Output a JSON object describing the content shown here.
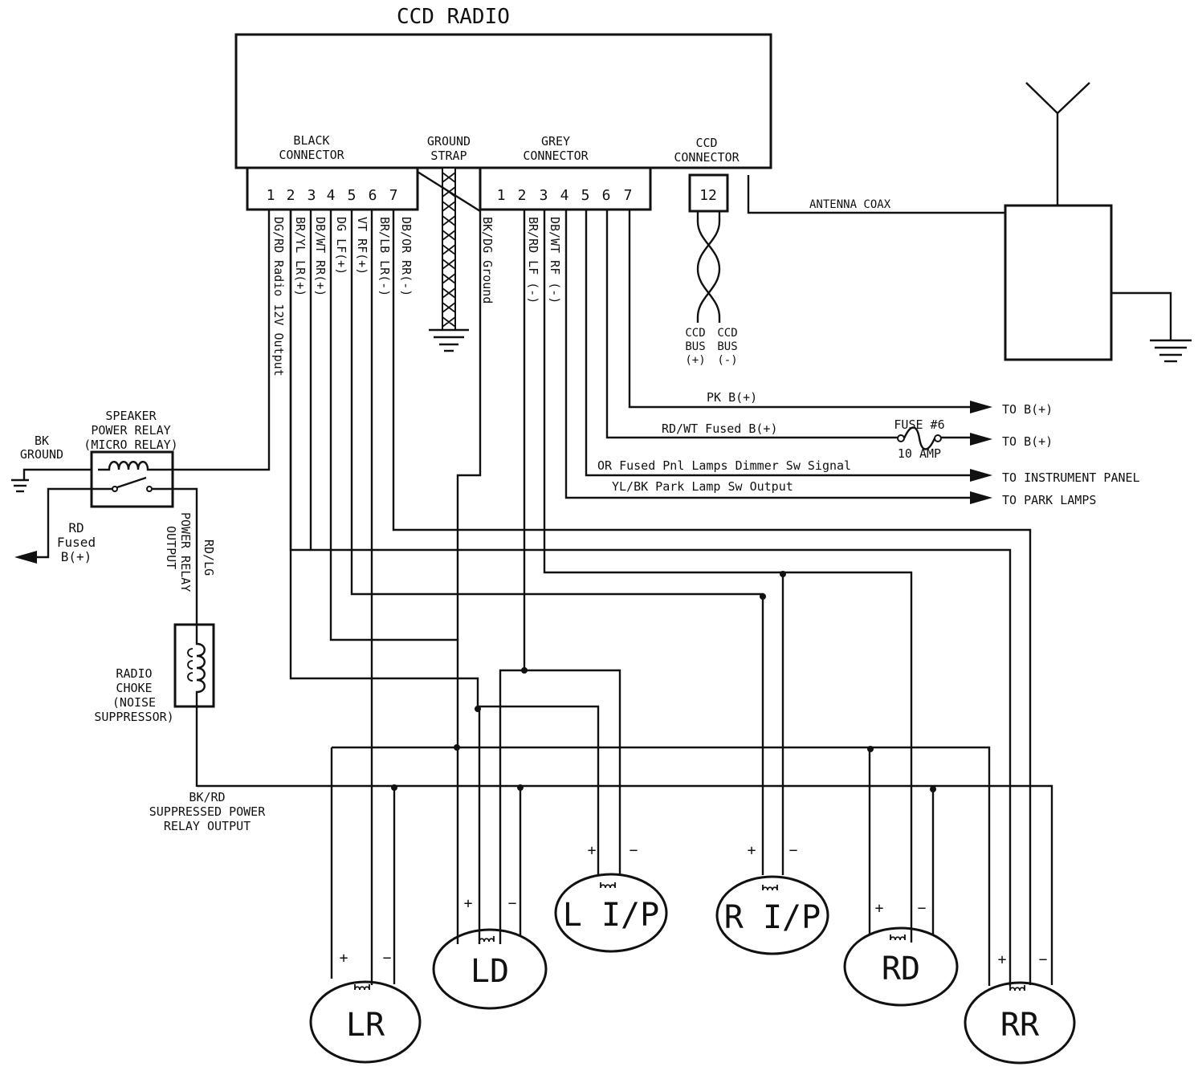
{
  "radio": {
    "title": "CCD RADIO",
    "black_connector": [
      "BLACK",
      "CONNECTOR"
    ],
    "ground_strap": [
      "GROUND",
      "STRAP"
    ],
    "grey_connector": [
      "GREY",
      "CONNECTOR"
    ],
    "ccd_connector": [
      "CCD",
      "CONNECTOR"
    ],
    "black_pins": [
      "1",
      "2",
      "3",
      "4",
      "5",
      "6",
      "7"
    ],
    "grey_pins": [
      "1",
      "2",
      "3",
      "4",
      "5",
      "6",
      "7"
    ],
    "ccd_pin": "12"
  },
  "wires": {
    "black": [
      "DG/RD Radio 12V Output",
      "BR/YL LR(+)",
      "DB/WT RR(+)",
      "DG LF(+)",
      "VT RF(+)",
      "BR/LB LR(-)",
      "DB/OR RR(-)"
    ],
    "ground": "BK/DG Ground",
    "grey": [
      "BR/RD LF (-)",
      "DB/WT RF (-)"
    ],
    "pk": "PK B(+)",
    "rdwt": "RD/WT Fused B(+)",
    "or": "OR Fused Pnl Lamps Dimmer Sw Signal",
    "ylbk": "YL/BK Park Lamp Sw Output",
    "antenna": "ANTENNA COAX",
    "rdlg": "RD/LG",
    "bkrd": "BK/RD"
  },
  "ccd_bus": {
    "plus": [
      "CCD",
      "BUS",
      "(+)"
    ],
    "minus": [
      "CCD",
      "BUS",
      "(-)"
    ]
  },
  "destinations": [
    "TO B(+)",
    "TO B(+)",
    "TO INSTRUMENT PANEL",
    "TO PARK LAMPS"
  ],
  "fuse": {
    "name": "FUSE #6",
    "rating": "10 AMP"
  },
  "relay": {
    "title": [
      "SPEAKER",
      "POWER RELAY",
      "(MICRO RELAY)"
    ],
    "bk_ground": [
      "BK",
      "GROUND"
    ],
    "rd_fused": [
      "RD",
      "Fused",
      "B(+)"
    ],
    "output": [
      "POWER RELAY",
      "OUTPUT"
    ]
  },
  "choke": [
    "RADIO",
    "CHOKE",
    "(NOISE",
    "SUPPRESSOR)"
  ],
  "suppressed": [
    "SUPPRESSED POWER",
    "RELAY OUTPUT"
  ],
  "speakers": {
    "lr": "LR",
    "ld": "LD",
    "lip": "L I/P",
    "rip": "R I/P",
    "rd": "RD",
    "rr": "RR"
  },
  "plus": "+",
  "minus": "−"
}
